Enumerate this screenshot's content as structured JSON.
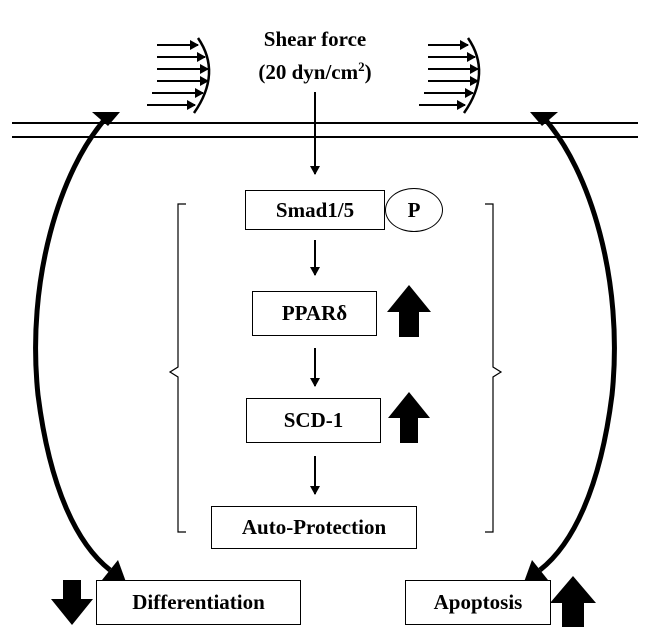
{
  "stimulus": {
    "line1": "Shear force",
    "line2_prefix": "(20 dyn/cm",
    "line2_sup": "2",
    "line2_suffix": ")"
  },
  "pathway": {
    "smad": "Smad1/5",
    "phospho": "P",
    "ppar": "PPARδ",
    "scd": "SCD-1",
    "protection": "Auto-Protection"
  },
  "outcomes": {
    "left": "Differentiation",
    "right": "Apoptosis"
  },
  "indicators": {
    "ppar": "up",
    "scd": "up",
    "differentiation": "down",
    "apoptosis": "up"
  },
  "colors": {
    "ink": "#000000",
    "background": "#ffffff"
  }
}
